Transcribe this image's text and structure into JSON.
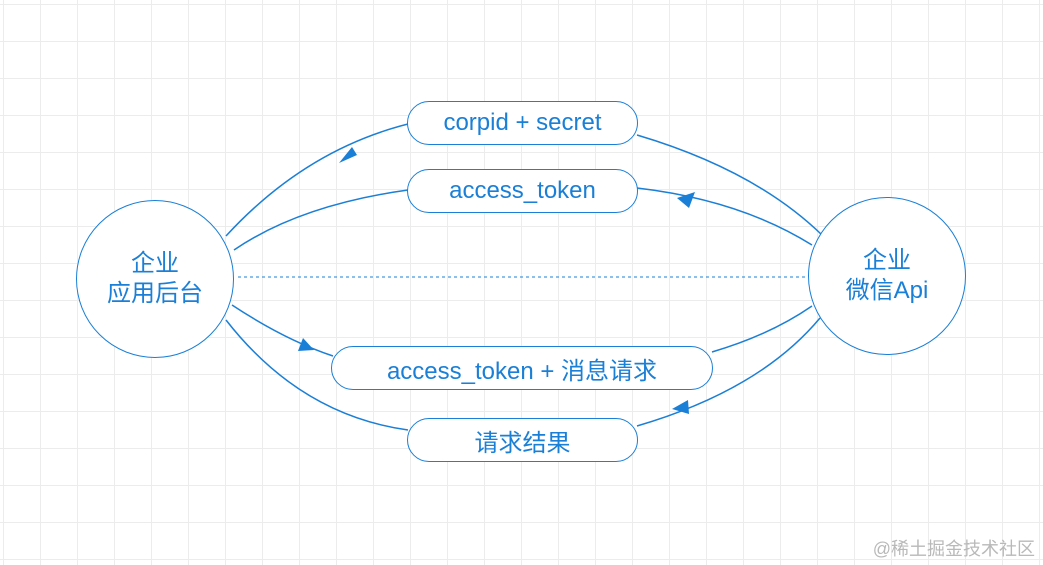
{
  "nodes": {
    "enterprise_backend": {
      "line1": "企业",
      "line2": "应用后台"
    },
    "wechat_api": {
      "line1": "企业",
      "line2": "微信Api"
    }
  },
  "messages": {
    "request_credentials": "corpid + secret",
    "token_response": "access_token",
    "message_request": "access_token + 消息请求",
    "request_result": "请求结果"
  },
  "watermark": "@稀土掘金技术社区",
  "colors": {
    "accent": "#1a7fd6",
    "grid": "#ececec",
    "watermark": "#b9b9b9"
  }
}
